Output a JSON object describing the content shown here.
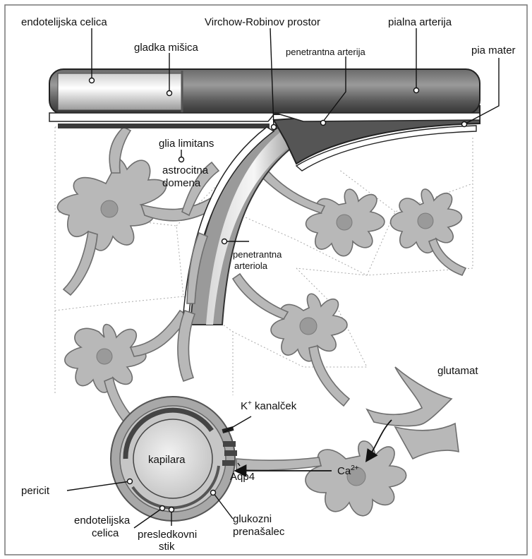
{
  "labels": {
    "endothelial_top": "endotelijska celica",
    "virchow": "Virchow-Robinov prostor",
    "pial_artery": "pialna arterija",
    "smooth_muscle": "gladka mišica",
    "penetrating_artery": "penetrantna arterija",
    "pia_mater": "pia mater",
    "glia_limitans": "glia limitans",
    "astro_domain_1": "astrocitna",
    "astro_domain_2": "domena",
    "pen_arteriole_1": "penetrantna",
    "pen_arteriole_2": "arteriola",
    "glutamate": "glutamat",
    "k_channel_k": "K",
    "k_channel_sup": "+",
    "k_channel_rest": " kanalček",
    "capillary": "kapilara",
    "pericyte": "pericit",
    "calcium": "Ca",
    "calcium_sup": "2+",
    "aqp4": "Aqp4",
    "endothelial_bottom_1": "endotelijska",
    "endothelial_bottom_2": "celica",
    "glucose_1": "glukozni",
    "glucose_2": "prenašalec",
    "gap_junction_1": "presledkovni",
    "gap_junction_2": "stik"
  },
  "colors": {
    "artery_dark": "#4a4a4a",
    "cell_fill": "#b8b8b8",
    "background": "#ffffff"
  }
}
